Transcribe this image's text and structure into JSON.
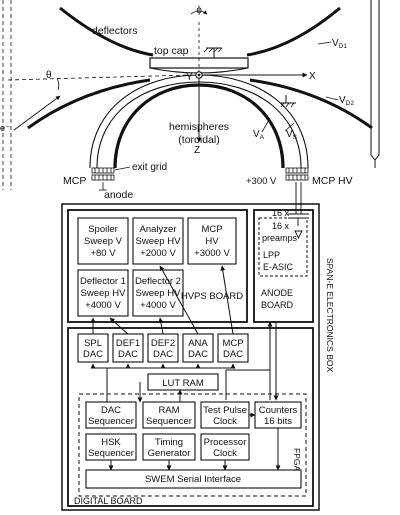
{
  "optics": {
    "phi": "ϕ",
    "deflectors": "deflectors",
    "top_cap": "top cap",
    "y_label": "Y",
    "x_label": "X",
    "z_label": "Z",
    "theta": "θ",
    "electron": "e⁻",
    "vd1": "V",
    "vd1_sub": "D1",
    "vd2": "V",
    "vd2_sub": "D2",
    "va": "V",
    "va_sub": "A",
    "vs": "V",
    "vs_sub": "S",
    "hemispheres_line1": "hemispheres",
    "hemispheres_line2": "(toroidal)",
    "exit_grid": "exit grid",
    "mcp_left": "MCP",
    "anode": "anode",
    "hv_300": "+300 V",
    "mcp_hv": "MCP HV"
  },
  "hvps": {
    "spoiler": [
      "Spoiler",
      "Sweep V",
      "+80 V"
    ],
    "analyzer": [
      "Analyzer",
      "Sweep HV",
      "+2000 V"
    ],
    "mcp": [
      "MCP",
      "HV",
      "+3000 V"
    ],
    "def1": [
      "Deflector 1",
      "Sweep HV",
      "+4000 V"
    ],
    "def2": [
      "Deflector 2",
      "Sweep HV",
      "+4000 V"
    ],
    "board": "HVPS BOARD"
  },
  "anode_board": {
    "x16_top": "16 x",
    "x16_pre_line1": "16 x",
    "x16_pre_line2": "preamps",
    "lpp_line1": "LPP",
    "lpp_line2": "E-ASIC",
    "board_line1": "ANODE",
    "board_line2": "BOARD"
  },
  "electronics_box": "SPAN-E ELECTRONICS BOX",
  "dacs": {
    "spl": [
      "SPL",
      "DAC"
    ],
    "def1": [
      "DEF1",
      "DAC"
    ],
    "def2": [
      "DEF2",
      "DAC"
    ],
    "ana": [
      "ANA",
      "DAC"
    ],
    "mcp": [
      "MCP",
      "DAC"
    ]
  },
  "lut_ram": "LUT RAM",
  "fpga": {
    "dac_seq": [
      "DAC",
      "Sequencer"
    ],
    "ram_seq": [
      "RAM",
      "Sequencer"
    ],
    "test_pulse": [
      "Test Pulse",
      "Clock"
    ],
    "counters": [
      "Counters",
      "16 bits"
    ],
    "hsk_seq": [
      "HSK",
      "Sequencer"
    ],
    "timing": [
      "Timing",
      "Generator"
    ],
    "processor": [
      "Processor",
      "Clock"
    ],
    "swem": "SWEM Serial Interface",
    "label": "FPGA"
  },
  "digital_board": "DIGITAL BOARD"
}
